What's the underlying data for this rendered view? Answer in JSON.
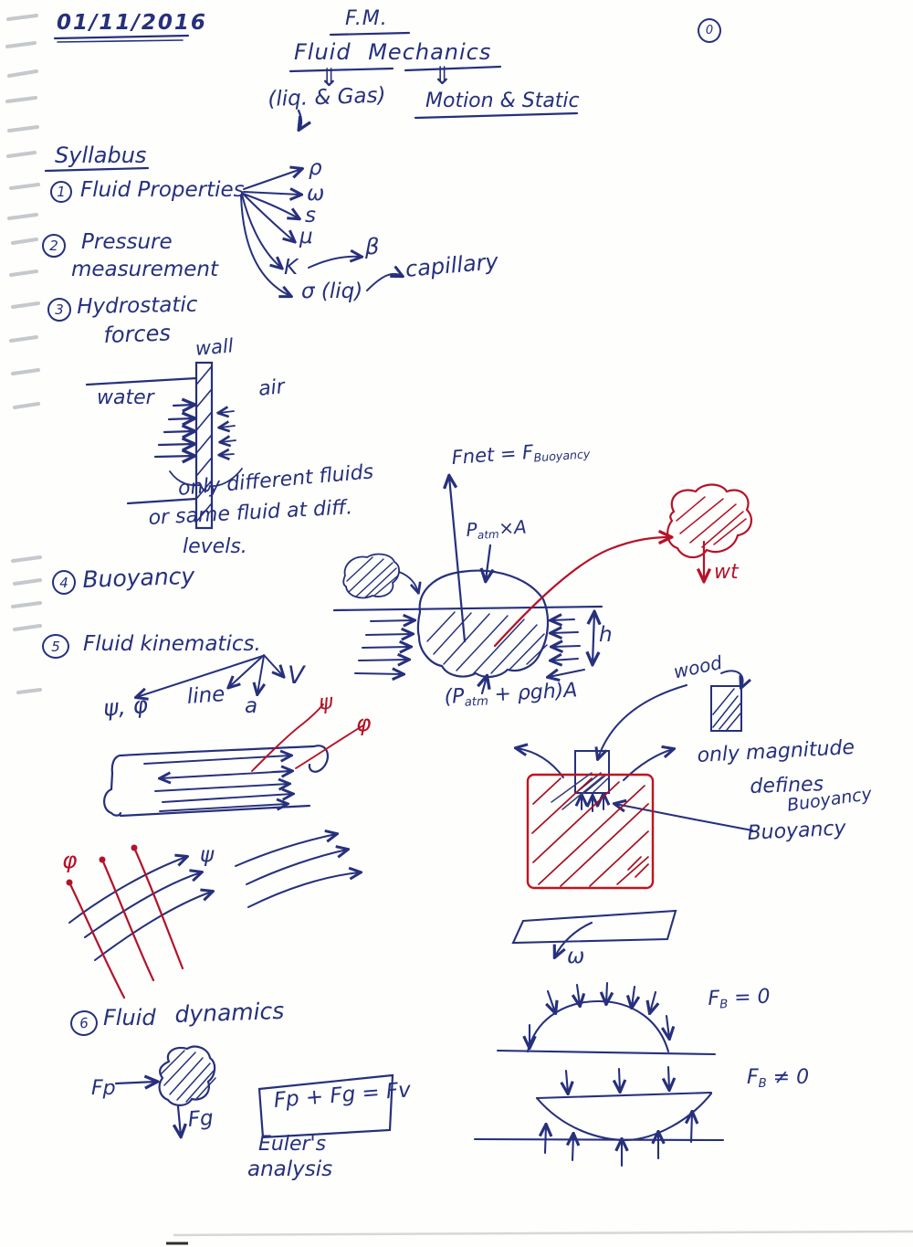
{
  "page": {
    "number": "0"
  },
  "header": {
    "date": "01/11/2016",
    "short_title": "F.M.",
    "title": "Fluid Mechanics",
    "double_arrow": "⇓",
    "left_branch": "(liq. & Gas)",
    "right_branch": "Motion & Static"
  },
  "syllabus": {
    "heading": "Syllabus",
    "items": [
      {
        "num": "1",
        "label": "Fluid Properties"
      },
      {
        "num": "2",
        "label": "Pressure",
        "label2": "measurement"
      },
      {
        "num": "3",
        "label": "Hydrostatic",
        "label2": "forces"
      },
      {
        "num": "4",
        "label": "Buoyancy"
      },
      {
        "num": "5",
        "label": "Fluid kinematics."
      },
      {
        "num": "6",
        "label": "Fluid",
        "label2": "dynamics"
      }
    ],
    "properties": {
      "rho": "ρ",
      "omega": "ω",
      "s": "s",
      "mu": "μ",
      "k": "K",
      "beta": "β",
      "sigma": "σ (liq)",
      "capillary": "capillary"
    }
  },
  "wall_diagram": {
    "wall": "wall",
    "water": "water",
    "air": "air",
    "note_line1": "only different fluids",
    "note_line2": "or same fluid at diff.",
    "note_line3": "levels."
  },
  "buoyancy_diagram": {
    "fnet_prefix": "Fnet = F",
    "fnet_sub": "Buoyancy",
    "p": "P",
    "atm": "atm",
    "patm_rest": "×A",
    "bottom_open": "(P",
    "bottom_rest": " + ρgh)A",
    "depth": "h",
    "weight": "wt"
  },
  "kinematics": {
    "targets": {
      "psi_phi": "ψ, φ",
      "line": "line",
      "accel": "a",
      "velocity": "V"
    },
    "pipe": {
      "psi": "ψ",
      "phi": "φ"
    },
    "field": {
      "phi": "φ",
      "psi": "ψ"
    }
  },
  "wood_diagram": {
    "wood": "wood",
    "note_line1": "only magnitude",
    "note_line2": "defines",
    "note_line3": "Buoyancy",
    "pointer_label": "Buoyancy",
    "omega": "ω"
  },
  "flat_bottom": {
    "f": "F",
    "b": "B",
    "zero_rest": " = 0",
    "nonzero_rest": " ≠ 0"
  },
  "dynamics": {
    "fp": "Fp",
    "fg": "Fg",
    "equation": "Fp + Fg = Fv",
    "euler_line1": "Euler's",
    "euler_line2": "analysis"
  }
}
